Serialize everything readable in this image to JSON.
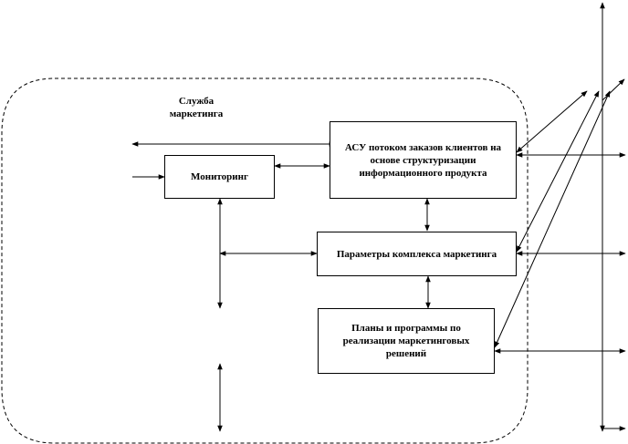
{
  "service": {
    "label_line1": "Служба",
    "label_line2": "маркетинга"
  },
  "boxes": {
    "monitoring": "Мониторинг",
    "asu": "АСУ потоком заказов клиентов на основе структуризации информационного продукта",
    "parameters": "Параметры комплекса маркетинга",
    "plans": "Планы и программы по реализации маркетинговых решений"
  }
}
